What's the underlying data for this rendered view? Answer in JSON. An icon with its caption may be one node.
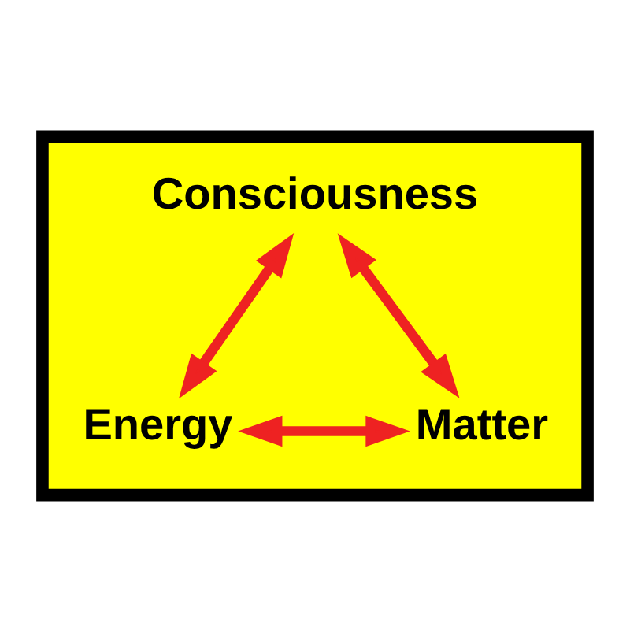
{
  "diagram": {
    "nodes": [
      {
        "text": [],
        "shape": "triangle"
      },
      {
        "text": [
          "Consciousness"
        ],
        "in": 0
      },
      {
        "text": [
          "Energy"
        ],
        "in": 0
      },
      {
        "text": [
          "Matter"
        ],
        "in": 0
      }
    ],
    "edges": [
      {
        "from": 1,
        "to": 2,
        "arrow": "both"
      },
      {
        "from": 1,
        "to": 3,
        "arrow": "both"
      },
      {
        "from": 2,
        "to": 3,
        "arrow": "both"
      }
    ]
  }
}
